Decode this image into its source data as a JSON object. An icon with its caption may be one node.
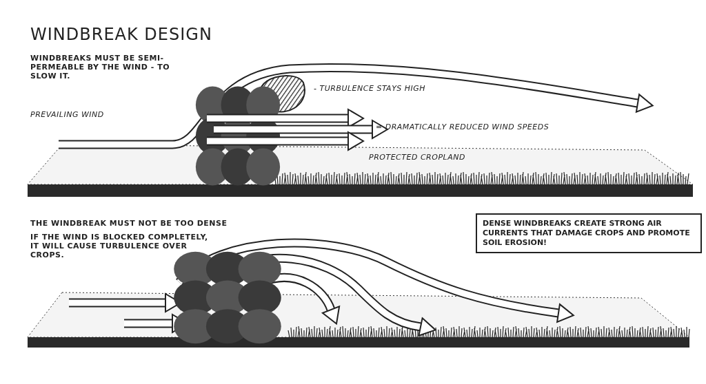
{
  "diagram": {
    "title": "WINDBREAK DESIGN",
    "nodes": [
      {
        "text": [
          "DENSE WINDBREAKS CREATE STRONG AIR CURRENTS THAT DAMAGE CROPS AND PROMOTE SOIL EROSION!"
        ]
      }
    ],
    "labels": [
      "WINDBREAKS MUST BE SEMI-PERMEABLE BY THE WIND - TO SLOW IT.",
      "- TURBULENCE STAYS HIGH",
      "PREVAILING WIND",
      "= DRAMATICALLY REDUCED WIND SPEEDS",
      "PROTECTED CROPLAND",
      "THE WINDBREAK MUST NOT BE TOO DENSE",
      "IF THE WIND IS BLOCKED COMPLETELY, IT WILL CAUSE TURBULENCE OVER CROPS."
    ]
  }
}
